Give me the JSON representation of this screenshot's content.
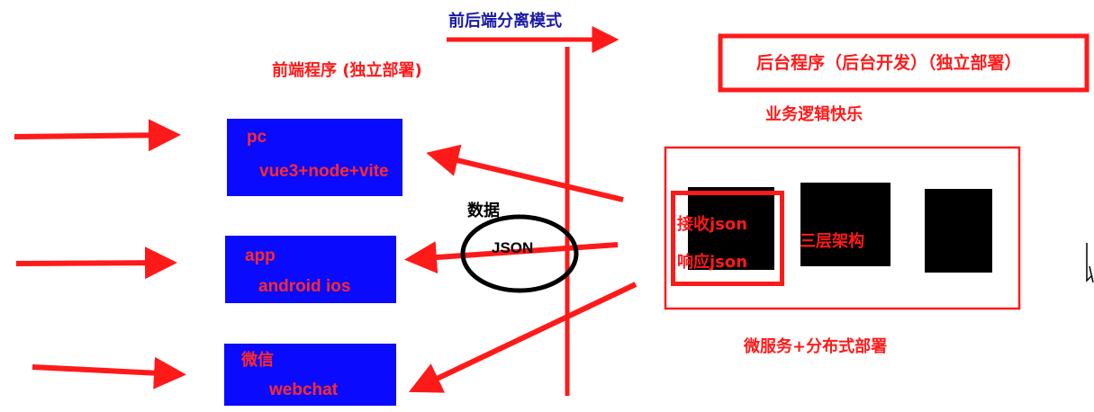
{
  "header": {
    "mode_title": "前后端分离模式"
  },
  "frontend": {
    "title": "前端程序 (独立部署)"
  },
  "backend": {
    "title": "后台程序（后台开发）（独立部署）",
    "subtitle": "业务逻辑快乐",
    "deploy_caption": "微服务+分布式部署",
    "layer_label": "三层架构",
    "receive_label": "接收json",
    "respond_label": "响应json"
  },
  "clients": [
    {
      "name": "pc",
      "tech": "vue3+node+vite"
    },
    {
      "name": "app",
      "tech": "android ios"
    },
    {
      "name": "微信",
      "tech": "webchat"
    }
  ],
  "data_exchange": {
    "label": "数据",
    "format": "JSON"
  },
  "colors": {
    "arrow": "#ff1a1a",
    "client_box": "#0a0aff",
    "title_blue": "#1a1aa6"
  }
}
